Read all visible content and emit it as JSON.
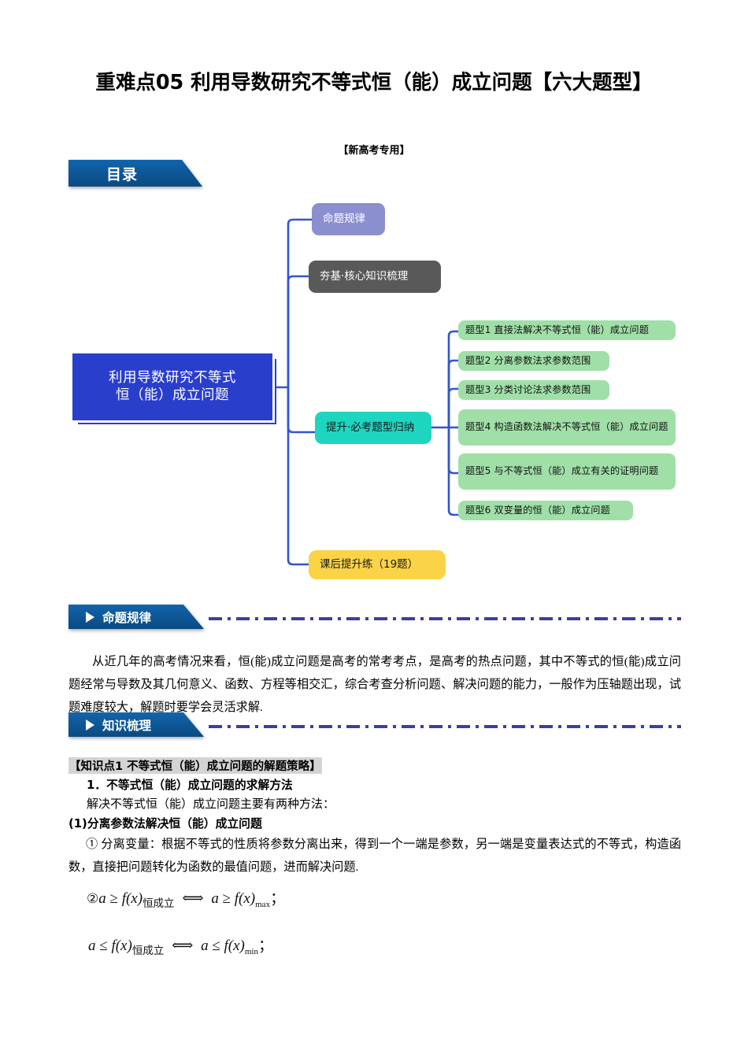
{
  "document": {
    "title": "重难点05 利用导数研究不等式恒（能）成立问题【六大题型】",
    "subtitle": "【新高考专用】"
  },
  "toc": {
    "banner_label": "目录"
  },
  "mindmap": {
    "center": "利用导数研究不等式\n恒（能）成立问题",
    "center_line1": "利用导数研究不等式",
    "center_line2": "恒（能）成立问题",
    "branches": [
      {
        "label": "命题规律",
        "color": "#8b8fd0"
      },
      {
        "label": "夯基·核心知识梳理",
        "color": "#595959"
      },
      {
        "label": "提升·必考题型归纳",
        "color": "#1ed5c0"
      },
      {
        "label": "课后提升练（19题）",
        "color": "#fad347"
      }
    ],
    "topics": [
      "题型1 直接法解决不等式恒（能）成立问题",
      "题型2 分离参数法求参数范围",
      "题型3 分类讨论法求参数范围",
      "题型4 构造函数法解决不等式恒（能）成立问题",
      "题型5 与不等式恒（能）成立有关的证明问题",
      "题型6 双变量的恒（能）成立问题"
    ],
    "line_color": "#3355cc"
  },
  "sections": [
    {
      "header": "命题规律",
      "body": "从近几年的高考情况来看，恒(能)成立问题是高考的常考考点，是高考的热点问题，其中不等式的恒(能)成立问题经常与导数及其几何意义、函数、方程等相交汇，综合考查分析问题、解决问题的能力，一般作为压轴题出现，试题难度较大，解题时要学会灵活求解."
    },
    {
      "header": "知识梳理",
      "knowledge_point_title": "【知识点1 不等式恒（能）成立问题的解题策略】",
      "lines": [
        {
          "text": "1．不等式恒（能）成立问题的求解方法",
          "bold": true
        },
        {
          "text": "解决不等式恒（能）成立问题主要有两种方法：",
          "bold": false
        },
        {
          "text": "(1)分离参数法解决恒（能）成立问题",
          "bold": true
        }
      ],
      "paragraph": "① 分离变量：根据不等式的性质将参数分离出来，得到一个一端是参数，另一端是变量表达式的不等式，构造函数，直接把问题转化为函数的最值问题，进而解决问题.",
      "formulas": [
        {
          "marker": "②",
          "lhs_var": "a",
          "rel": "≥",
          "fx": "f(x)",
          "sub_cn": "恒成立",
          "arrow": "⟺",
          "rhs_var": "a",
          "rhs_rel": "≥",
          "rhs_fx": "f(x)",
          "rhs_sub": "max",
          "tail": "；"
        },
        {
          "marker": "",
          "lhs_var": "a",
          "rel": "≤",
          "fx": "f(x)",
          "sub_cn": "恒成立",
          "arrow": "⟺",
          "rhs_var": "a",
          "rhs_rel": "≤",
          "rhs_fx": "f(x)",
          "rhs_sub": "min",
          "tail": "；"
        }
      ]
    }
  ],
  "colors": {
    "banner_blue": "#0d5593",
    "dash_line": "#3b3f9e",
    "center_node": "#2a3ecc",
    "topic_green": "#a0dfa8",
    "highlight_gray": "#d4d4d4"
  }
}
